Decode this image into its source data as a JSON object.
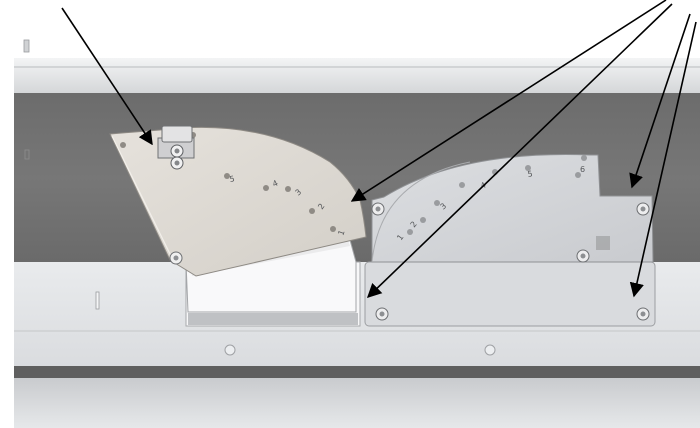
{
  "diagram": {
    "sector_plate_numbers": [
      "1",
      "2",
      "3",
      "4",
      "5"
    ],
    "rear_plate_numbers": [
      "1",
      "2",
      "3",
      "4",
      "5",
      "6"
    ]
  },
  "colors": {
    "background": "#ffffff",
    "upper_rail": "#dfe1e3",
    "dark_band": "#6f6f6f",
    "lower_housing": "#e4e6e8",
    "sector_plate": "#dedad4",
    "rear_plate": "#d6d8db",
    "arrow": "#000000"
  }
}
